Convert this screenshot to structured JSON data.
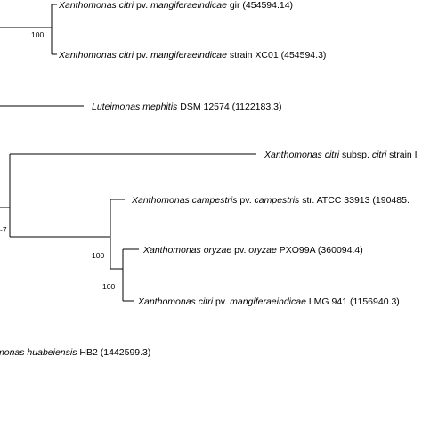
{
  "tree": {
    "leaves": [
      {
        "key": "leaf1",
        "italic": "Xanthomonas citri",
        "plain": " pv. ",
        "italic2": "mangiferaeindicae",
        "rest": " gir (454594.14)"
      },
      {
        "key": "leaf2",
        "italic": "Xanthomonas citri",
        "plain": " pv. ",
        "italic2": "mangiferaeindicae",
        "rest": " strain XC01 (454594.3)"
      },
      {
        "key": "leaf3",
        "italic": "Luteimonas mephitis",
        "plain": "",
        "italic2": "",
        "rest": " DSM 12574 (1122183.3)"
      },
      {
        "key": "leaf4",
        "italic": "Xanthomonas citri",
        "plain": " subsp. ",
        "italic2": "citri",
        "rest": " strain I"
      },
      {
        "key": "leaf5",
        "italic": "Xanthomonas campestris",
        "plain": " pv. ",
        "italic2": "campestris",
        "rest": " str. ATCC 33913 (190485."
      },
      {
        "key": "leaf6",
        "italic": "Xanthomonas oryzae",
        "plain": " pv. ",
        "italic2": "oryzae",
        "rest": " PXO99A (360094.4)"
      },
      {
        "key": "leaf7",
        "italic": "Xanthomonas citri",
        "plain": " pv. ",
        "italic2": "mangiferaeindicae",
        "rest": " LMG 941 (1156940.3)"
      },
      {
        "key": "leaf8",
        "italic": "monas huabeiensis",
        "plain": "",
        "italic2": "",
        "rest": " HB2 (1442599.3)"
      }
    ],
    "supports": {
      "node_a": "100",
      "node_b": "100",
      "node_c": "100",
      "node_root_partial": "-7"
    }
  }
}
